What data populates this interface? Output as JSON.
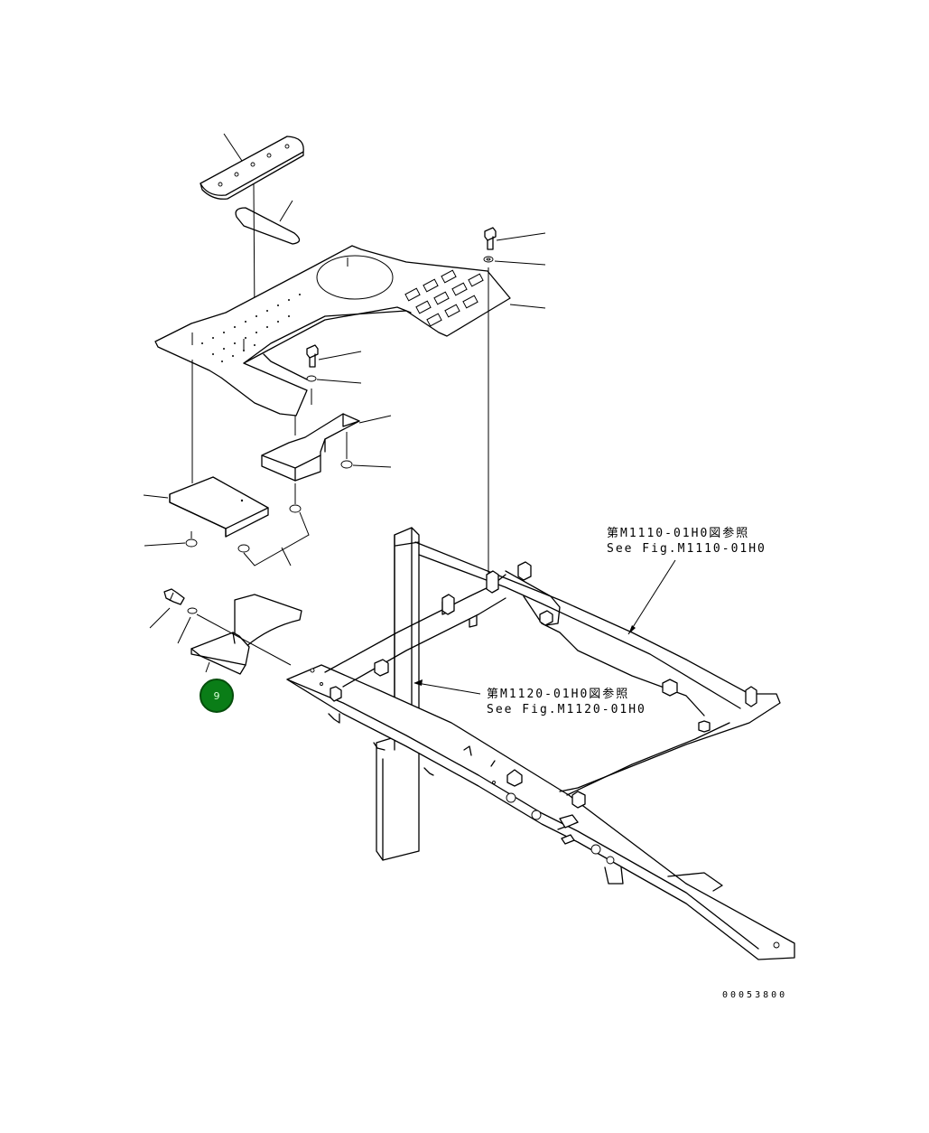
{
  "references": {
    "upper_jp": "第M1110-01H0図参照",
    "upper_en": "See Fig.M1110-01H0",
    "lower_jp": "第M1120-01H0図参照",
    "lower_en": "See Fig.M1120-01H0"
  },
  "drawing_code": "00053800",
  "callout_badge": {
    "label": "9",
    "color": "#0a7d17",
    "border": "#064d0c"
  },
  "colors": {
    "line": "#000000",
    "background": "#ffffff"
  }
}
